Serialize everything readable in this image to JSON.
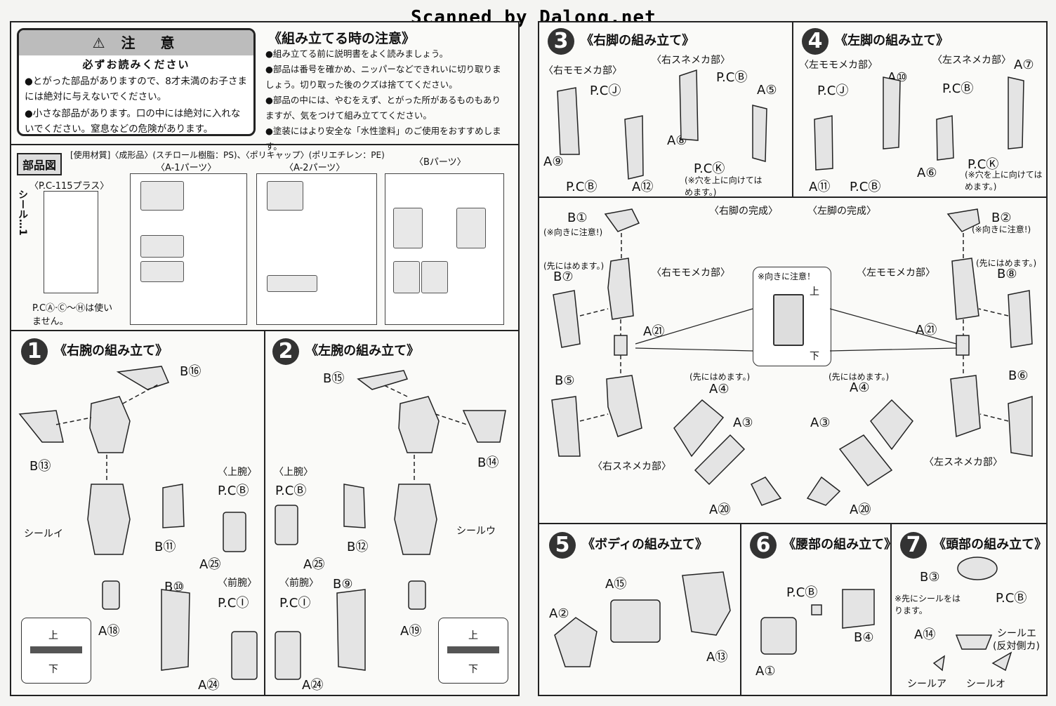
{
  "watermark": "Scanned by Dalong.net",
  "caution": {
    "title": "注　意",
    "subtitle": "必ずお読みください",
    "lines": [
      "●とがった部品がありますので、8才未満のお子さまには絶対に与えないでください。",
      "●小さな部品があります。口の中には絶対に入れないでください。窒息などの危険があります。"
    ]
  },
  "assembly_notes": {
    "title": "《組み立てる時の注意》",
    "lines": [
      "●組み立てる前に説明書をよく読みましょう。",
      "●部品は番号を確かめ、ニッパーなどできれいに切り取りましょう。切り取った後のクズは捨ててください。",
      "●部品の中には、やむをえず、とがった所があるものもありますが、気をつけて組み立ててください。",
      "●塗装にはより安全な「水性塗料」のご使用をおすすめします。"
    ]
  },
  "parts": {
    "header": "部品図",
    "materials": "[使用材質]〈成形品〉(スチロール樹脂：PS)、〈ポリキャップ〉(ポリエチレン：PE)",
    "pc_title": "〈P.C-115プラス〉",
    "seal_label": "シール…1",
    "pc_note": "P.CⒶ·Ⓒ～Ⓗは使いません。",
    "a1_title": "〈A-1パーツ〉",
    "a2_title": "〈A-2パーツ〉",
    "b_title": "〈Bパーツ〉"
  },
  "steps": {
    "s1": {
      "num": "1",
      "title": "《右腕の組み立て》",
      "upper": "〈上腕〉",
      "fore": "〈前腕〉",
      "labels": [
        "B⑯",
        "B⑬",
        "シールイ",
        "A⑱",
        "P.CⒷ",
        "B⑪",
        "A㉕",
        "B⑩",
        "P.CⒾ",
        "A㉔"
      ],
      "up": "上",
      "down": "下"
    },
    "s2": {
      "num": "2",
      "title": "《左腕の組み立て》",
      "upper": "〈上腕〉",
      "fore": "〈前腕〉",
      "labels": [
        "B⑮",
        "B⑭",
        "シールウ",
        "A⑲",
        "P.CⒷ",
        "B⑫",
        "A㉕",
        "B⑨",
        "P.CⒾ",
        "A㉔"
      ],
      "up": "上",
      "down": "下"
    },
    "s3": {
      "num": "3",
      "title": "《右脚の組み立て》",
      "thigh": "〈右モモメカ部〉",
      "shin": "〈右スネメカ部〉",
      "labels": [
        "P.CⒿ",
        "P.CⒷ",
        "A⑤",
        "A⑧",
        "A⑨",
        "P.CⒷ",
        "A⑫",
        "P.CⓀ"
      ],
      "hole_note": "(※穴を上に向けてはめます。)"
    },
    "s4": {
      "num": "4",
      "title": "《左脚の組み立て》",
      "thigh": "〈左モモメカ部〉",
      "shin": "〈左スネメカ部〉",
      "labels": [
        "A⑩",
        "A⑦",
        "P.CⒿ",
        "P.CⒷ",
        "A⑪",
        "P.CⒷ",
        "A⑥",
        "P.CⓀ"
      ],
      "hole_note": "(※穴を上に向けてはめます。)"
    },
    "right_leg": {
      "title": "〈右脚の完成〉",
      "thigh": "〈右モモメカ部〉",
      "shin": "〈右スネメカ部〉",
      "labels": [
        "B①",
        "B⑦",
        "A㉑",
        "B⑤",
        "A④",
        "A③",
        "A⑳"
      ],
      "dir_note": "(※向きに注意!)",
      "first": "(先にはめます。)",
      "first2": "(先にはめます。)"
    },
    "left_leg": {
      "title": "〈左脚の完成〉",
      "thigh": "〈左モモメカ部〉",
      "shin": "〈左スネメカ部〉",
      "labels": [
        "B②",
        "B⑧",
        "A㉑",
        "B⑥",
        "A④",
        "A③",
        "A⑳"
      ],
      "dir_note": "(※向きに注意!)",
      "first": "(先にはめます。)",
      "first2": "(先にはめます。)"
    },
    "orientation": {
      "note": "※向きに注意！",
      "up": "上",
      "down": "下"
    },
    "s5": {
      "num": "5",
      "title": "《ボディの組み立て》",
      "labels": [
        "A⑮",
        "A②",
        "A⑬"
      ]
    },
    "s6": {
      "num": "6",
      "title": "《腰部の組み立て》",
      "labels": [
        "P.CⒷ",
        "B④",
        "A①"
      ]
    },
    "s7": {
      "num": "7",
      "title": "《頭部の組み立て》",
      "labels": [
        "B③",
        "P.CⒷ",
        "A⑭",
        "シールエ",
        "(反対側カ)",
        "シールア",
        "シールオ"
      ],
      "note": "※先にシールをはります。"
    }
  }
}
